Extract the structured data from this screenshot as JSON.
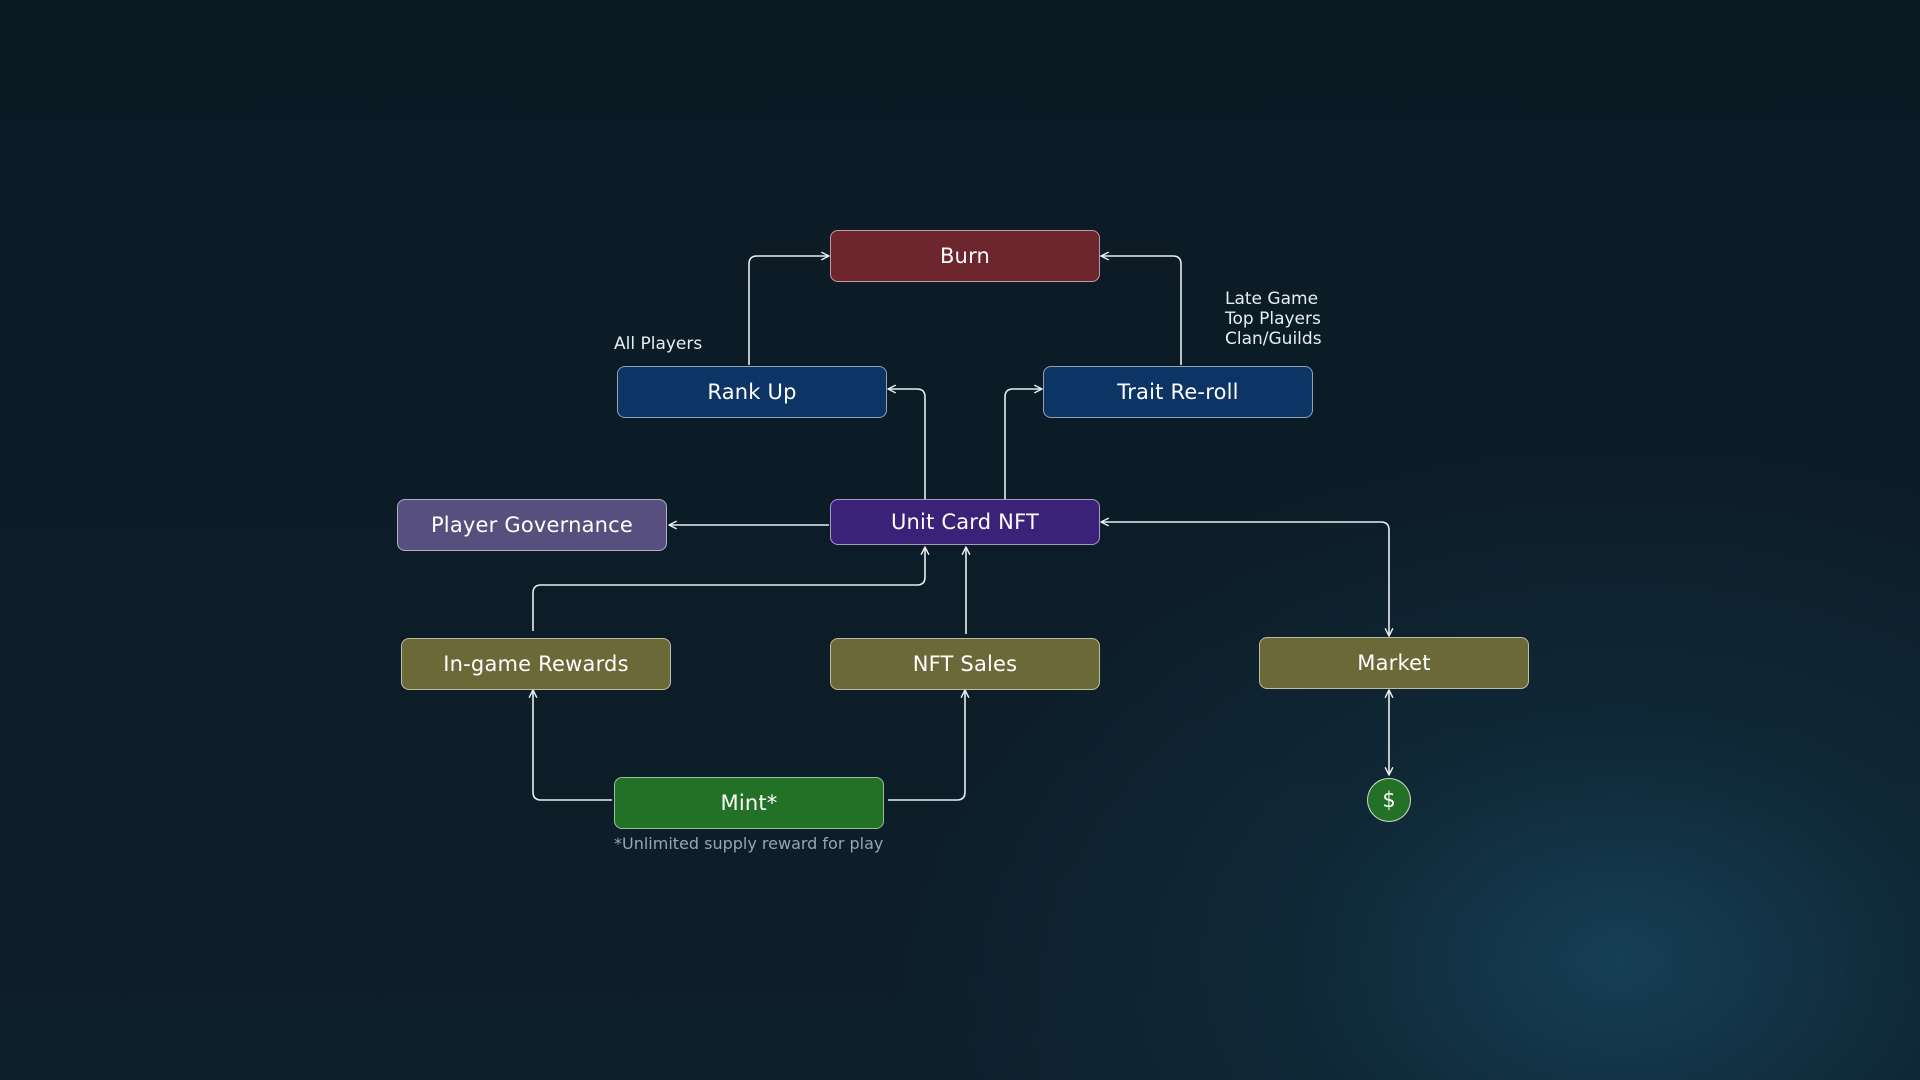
{
  "nodes": {
    "burn": "Burn",
    "rank_up": "Rank Up",
    "trait_reroll": "Trait Re-roll",
    "unit_card_nft": "Unit Card NFT",
    "player_governance": "Player Governance",
    "ingame_rewards": "In-game Rewards",
    "nft_sales": "NFT Sales",
    "market": "Market",
    "mint": "Mint*",
    "currency_symbol": "$"
  },
  "notes": {
    "all_players": "All Players",
    "late_game": [
      "Late Game",
      "Top Players",
      "Clan/Guilds"
    ],
    "mint_footnote": "*Unlimited supply reward for play"
  },
  "colors": {
    "burn": "#6e262e",
    "rank_up": "#0c3464",
    "trait_reroll": "#0c3464",
    "unit_card_nft": "#3b2178",
    "player_governance": "#57507e",
    "ingame_rewards": "#6c6939",
    "nft_sales": "#6c6939",
    "market": "#6c6939",
    "mint": "#237126",
    "currency": "#237126"
  },
  "edges": [
    {
      "from": "Rank Up",
      "to": "Burn"
    },
    {
      "from": "Trait Re-roll",
      "to": "Burn"
    },
    {
      "from": "Unit Card NFT",
      "to": "Rank Up"
    },
    {
      "from": "Unit Card NFT",
      "to": "Trait Re-roll"
    },
    {
      "from": "Unit Card NFT",
      "to": "Player Governance"
    },
    {
      "from": "In-game Rewards",
      "to": "Unit Card NFT"
    },
    {
      "from": "NFT Sales",
      "to": "Unit Card NFT"
    },
    {
      "from": "Unit Card NFT",
      "to": "Market",
      "bidirectional": true
    },
    {
      "from": "Mint*",
      "to": "In-game Rewards"
    },
    {
      "from": "Mint*",
      "to": "NFT Sales"
    },
    {
      "from": "Market",
      "to": "$",
      "bidirectional": true
    }
  ]
}
